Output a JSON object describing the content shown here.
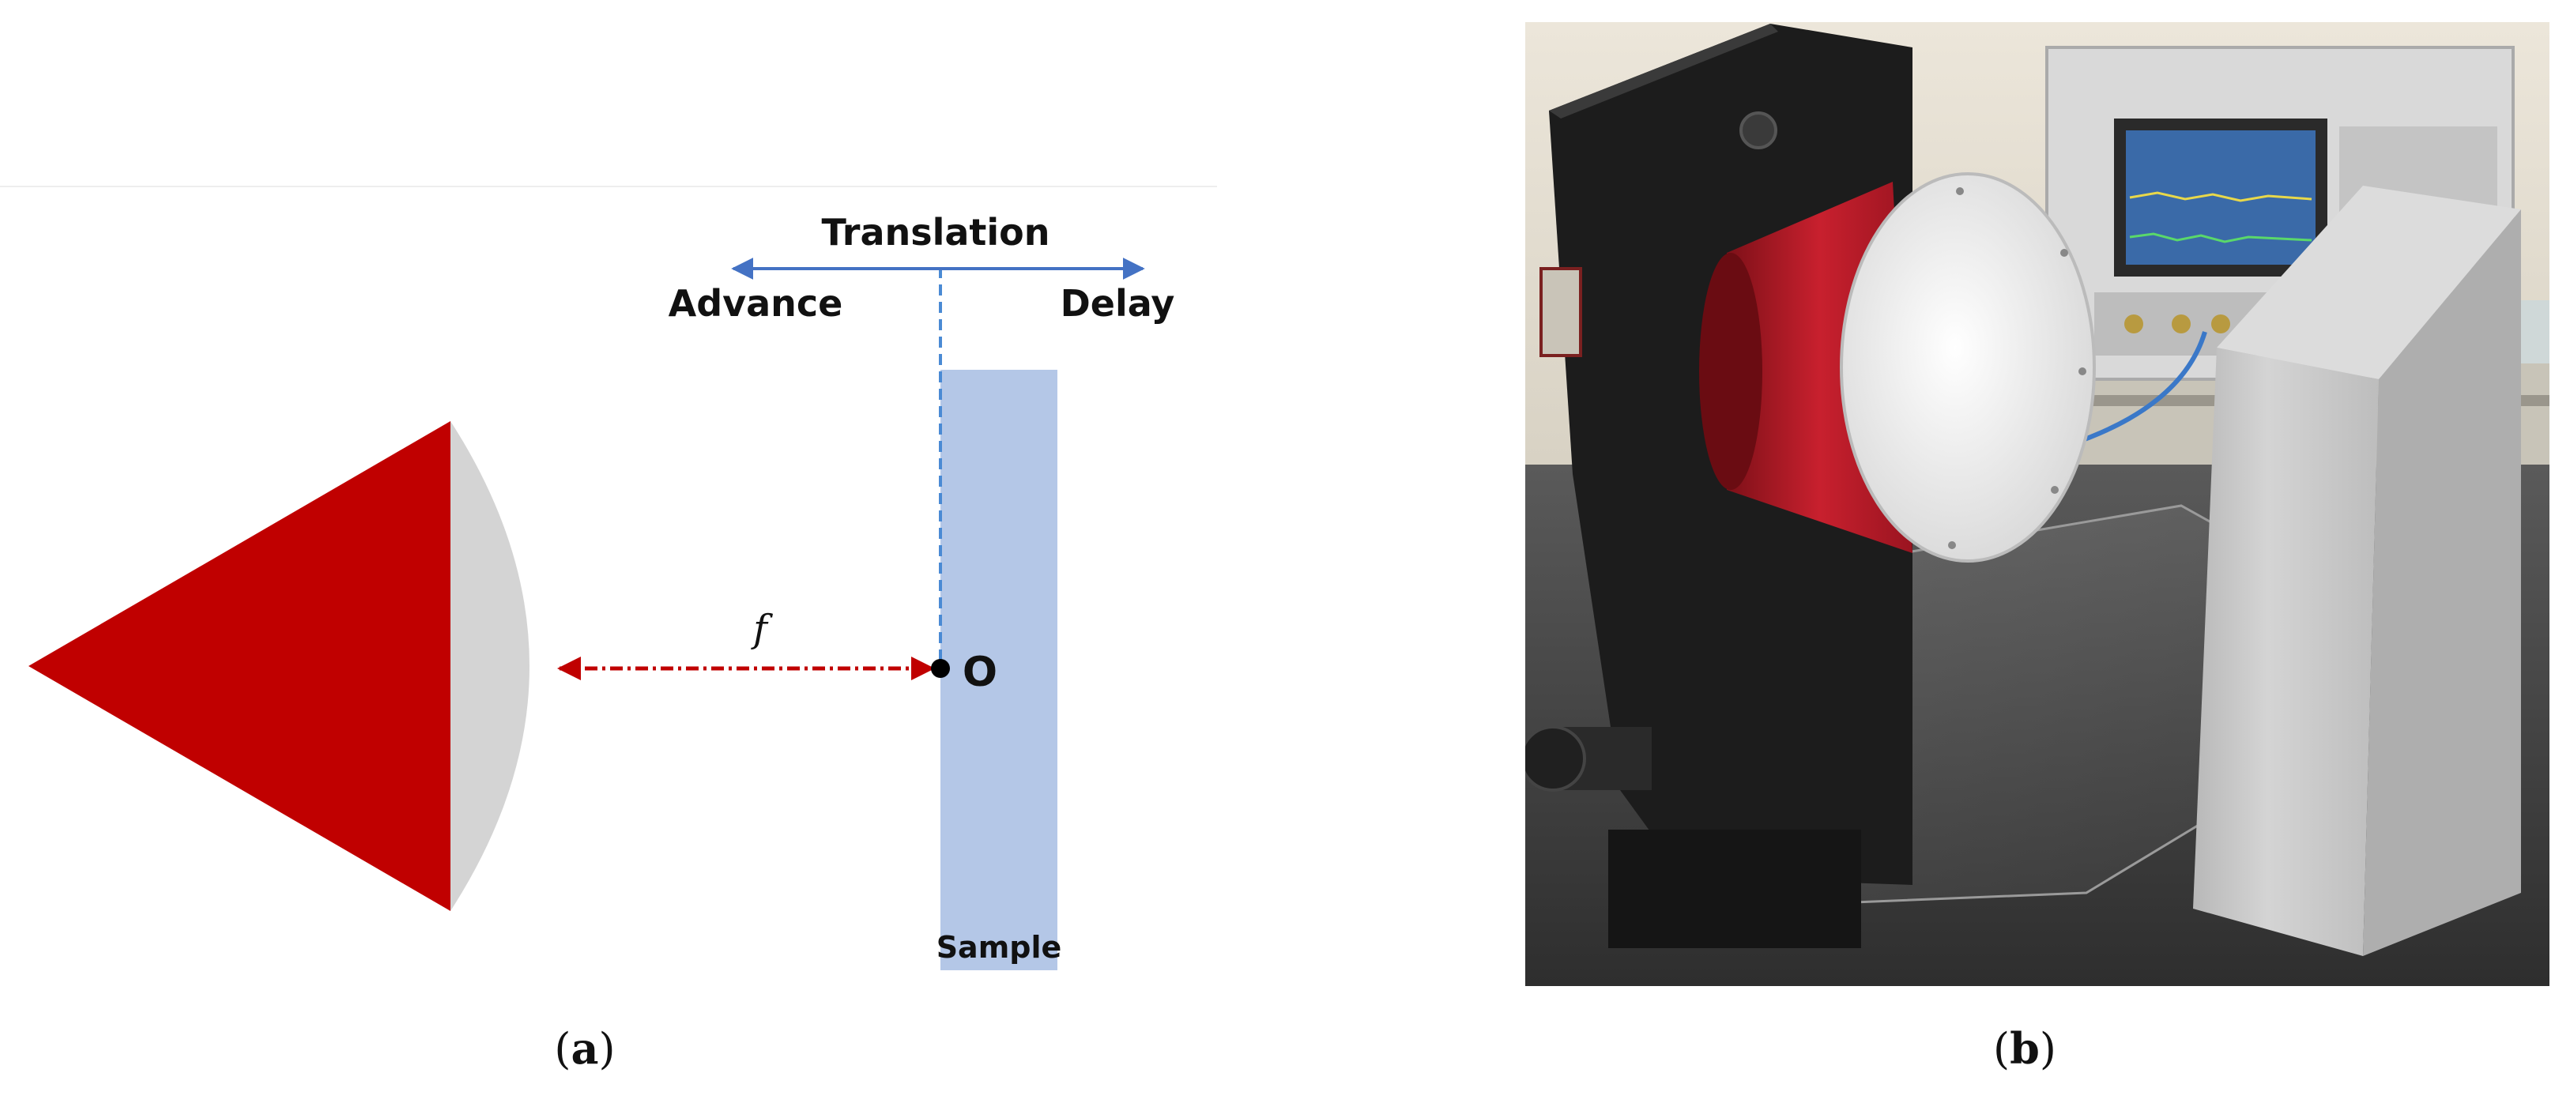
{
  "panel_a": {
    "caption_open": "(",
    "caption_letter": "a",
    "caption_close": ")",
    "labels": {
      "translation": "Translation",
      "advance": "Advance",
      "delay": "Delay",
      "focal": "f",
      "origin": "O",
      "sample": "Sample"
    },
    "colors": {
      "horn": "#c00000",
      "lens": "#d4d4d4",
      "sample": "#b4c7e7",
      "arrow_blue": "#4472c4",
      "focal_arrow": "#c00000"
    }
  },
  "panel_b": {
    "caption_open": "(",
    "caption_letter": "b",
    "caption_close": ")",
    "colors": {
      "floor": "#4a4a4a",
      "wall": "#e8e2d6",
      "horn_red": "#b81c28",
      "lens_white": "#f0f0f0",
      "panel_black": "#1c1c1c",
      "concrete": "#c9c9c9",
      "vna": "#d9d9d9"
    }
  }
}
